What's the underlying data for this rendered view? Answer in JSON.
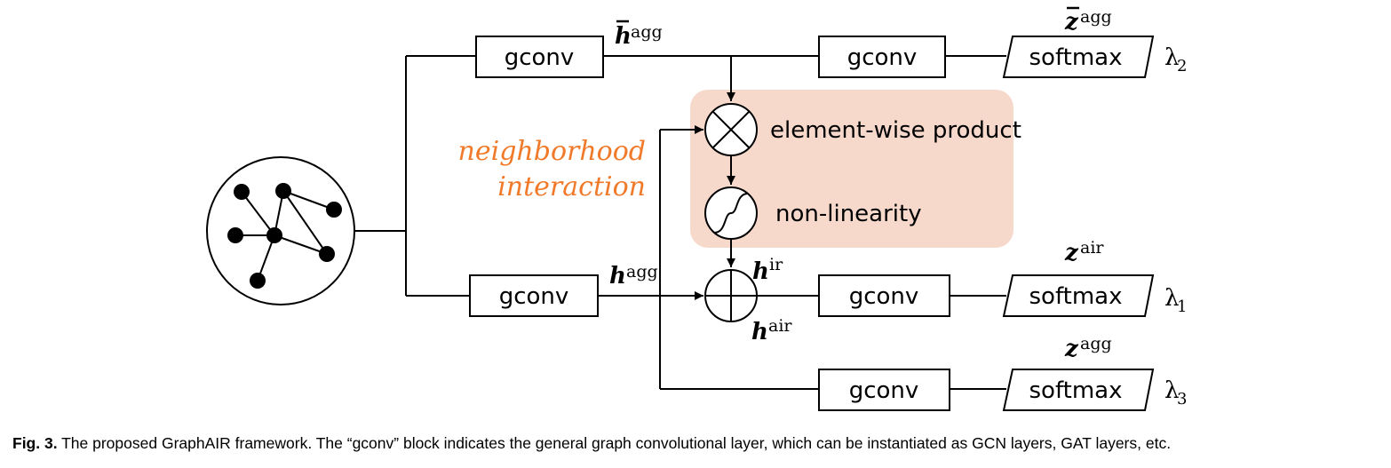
{
  "diagram": {
    "nodes": {
      "gconv_top": "gconv",
      "gconv_mid": "gconv",
      "gconv_right_top": "gconv",
      "gconv_right_mid": "gconv",
      "gconv_right_bot": "gconv",
      "softmax_top": "softmax",
      "softmax_mid": "softmax",
      "softmax_bot": "softmax"
    },
    "labels": {
      "element_wise": "element-wise product",
      "non_linearity": "non-linearity",
      "interaction_line1": "neighborhood",
      "interaction_line2": "interaction"
    },
    "math": {
      "h_bar_agg_base": "h",
      "h_bar_agg_sup": "agg",
      "z_bar_agg_base": "z",
      "z_bar_agg_sup": "agg",
      "h_agg_base": "h",
      "h_agg_sup": "agg",
      "h_ir_base": "h",
      "h_ir_sup": "ir",
      "h_air_base": "h",
      "h_air_sup": "air",
      "z_air_base": "z",
      "z_air_sup": "air",
      "z_agg_base": "z",
      "z_agg_sup": "agg",
      "lambda2_base": "λ",
      "lambda2_sub": "2",
      "lambda1_base": "λ",
      "lambda1_sub": "1",
      "lambda3_base": "λ",
      "lambda3_sub": "3"
    },
    "colors": {
      "interaction_panel": "#f7d9cc",
      "interaction_text": "#f07a2a"
    }
  },
  "caption": {
    "label": "Fig. 3.",
    "text": "The proposed GraphAIR framework. The “gconv” block indicates the general graph convolutional layer, which can be instantiated as GCN layers, GAT layers, etc."
  }
}
